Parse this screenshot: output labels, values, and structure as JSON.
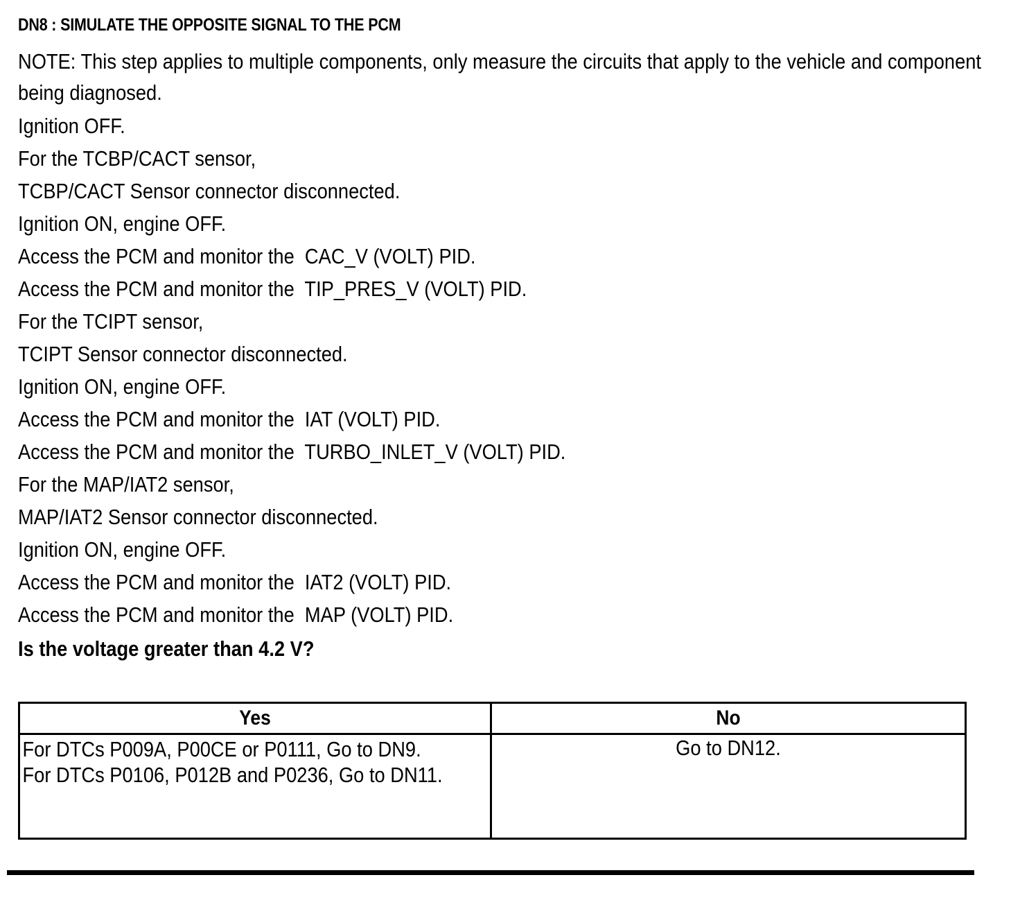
{
  "document": {
    "step_title": "DN8 : SIMULATE THE OPPOSITE SIGNAL TO THE PCM",
    "note": "NOTE: This step applies to multiple components, only measure the circuits that apply to the vehicle and component being diagnosed.",
    "lines": [
      "Ignition OFF.",
      "For the TCBP/CACT sensor,",
      "TCBP/CACT Sensor connector disconnected.",
      "Ignition ON, engine OFF.",
      "Access the PCM and monitor the  CAC_V (VOLT) PID.",
      "Access the PCM and monitor the  TIP_PRES_V (VOLT) PID.",
      "For the TCIPT sensor,",
      "TCIPT Sensor connector disconnected.",
      "Ignition ON, engine OFF.",
      "Access the PCM and monitor the  IAT (VOLT) PID.",
      "Access the PCM and monitor the  TURBO_INLET_V (VOLT) PID.",
      "For the MAP/IAT2 sensor,",
      "MAP/IAT2 Sensor connector disconnected.",
      "Ignition ON, engine OFF.",
      "Access the PCM and monitor the  IAT2 (VOLT) PID.",
      "Access the PCM and monitor the  MAP (VOLT) PID."
    ],
    "question": "Is the voltage greater than 4.2 V?"
  },
  "decision_table": {
    "headers": {
      "yes": "Yes",
      "no": "No"
    },
    "cells": {
      "yes": "For DTCs P009A, P00CE or P0111, Go to DN9.\nFor DTCs P0106, P012B and P0236, Go to DN11.",
      "no": "Go to DN12."
    }
  },
  "colors": {
    "text": "#000000",
    "background": "#ffffff",
    "rule": "#000000"
  }
}
